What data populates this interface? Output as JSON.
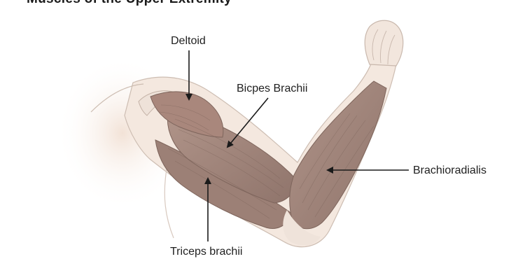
{
  "title": "Muscles of the Upper Extremity",
  "labels": {
    "deltoid": "Deltoid",
    "biceps": "Bicpes Brachii",
    "brachioradialis": "Brachioradialis",
    "triceps": "Triceps brachii"
  },
  "colors": {
    "muscle": "#a58a80",
    "muscle_dark": "#8e7269",
    "skin": "#f3e6dc",
    "skin_line": "#c9b8ad",
    "leader": "#1a1a1a"
  }
}
